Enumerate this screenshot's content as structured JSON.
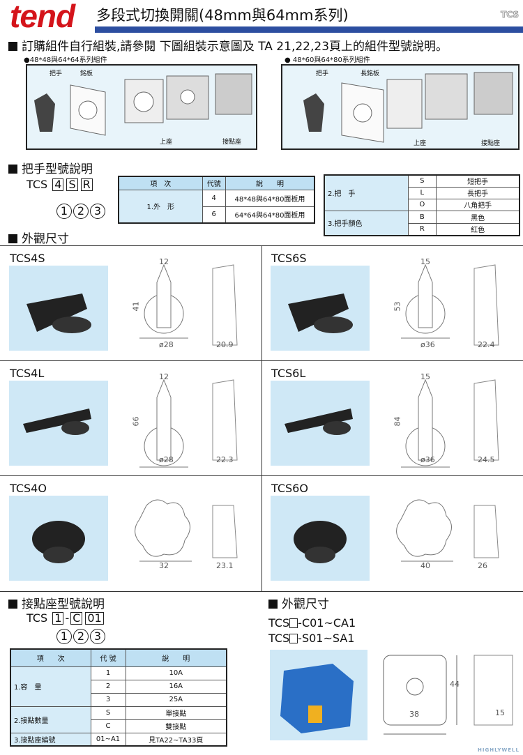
{
  "header": {
    "logo": "tend",
    "title": "多段式切換開關(48mm與64mm系列)",
    "series": "TCS"
  },
  "intro": "訂購組件自行組裝,請參閱 下圖組裝示意圖及 TA 21,22,23頁上的組件型號說明。",
  "assembly": [
    {
      "caption": "●48*48與64*64系列組件",
      "labels": [
        "把手",
        "銘板",
        "上座",
        "接點座"
      ]
    },
    {
      "caption": "● 48*60與64*80系列組件",
      "labels": [
        "把手",
        "長銘板",
        "上座",
        "接點座"
      ]
    }
  ],
  "handle_model": {
    "heading": "把手型號說明",
    "prefix": "TCS",
    "codes": [
      "4",
      "S",
      "R"
    ],
    "nums": [
      "1",
      "2",
      "3"
    ],
    "table1": {
      "headers": [
        "項　次",
        "代號",
        "說　　明"
      ],
      "item": "1.外　形",
      "rows": [
        [
          "4",
          "48*48與64*80面板用"
        ],
        [
          "6",
          "64*64與64*80面板用"
        ]
      ]
    },
    "table2": [
      {
        "item": "2.把　手",
        "codes": [
          "S",
          "L",
          "O"
        ],
        "desc": [
          "短把手",
          "長把手",
          "八角把手"
        ]
      },
      {
        "item": "3.把手顏色",
        "codes": [
          "B",
          "R"
        ],
        "desc": [
          "黑色",
          "紅色"
        ]
      }
    ]
  },
  "dimensions_heading": "外觀尺寸",
  "models": [
    {
      "name": "TCS4S",
      "w": "12",
      "h": "41",
      "d": "ø28",
      "depth": "20.9"
    },
    {
      "name": "TCS6S",
      "w": "15",
      "h": "53",
      "d": "ø36",
      "depth": "22.4"
    },
    {
      "name": "TCS4L",
      "w": "12",
      "h": "66",
      "d": "ø28",
      "depth": "22.3"
    },
    {
      "name": "TCS6L",
      "w": "15",
      "h": "84",
      "d": "ø36",
      "depth": "24.5"
    },
    {
      "name": "TCS4O",
      "w": "",
      "h": "",
      "d": "32",
      "depth": "23.1"
    },
    {
      "name": "TCS6O",
      "w": "",
      "h": "",
      "d": "40",
      "depth": "26"
    }
  ],
  "contact_model": {
    "heading": "接點座型號說明",
    "prefix": "TCS",
    "codes": [
      "1",
      "C",
      "01"
    ],
    "sep": "-",
    "nums": [
      "1",
      "2",
      "3"
    ],
    "headers": [
      "項　　次",
      "代 號",
      "說　　明"
    ],
    "groups": [
      {
        "item": "1.容　量",
        "rows": [
          [
            "1",
            "10A"
          ],
          [
            "2",
            "16A"
          ],
          [
            "3",
            "25A"
          ]
        ]
      },
      {
        "item": "2.接點數量",
        "rows": [
          [
            "S",
            "單接點"
          ],
          [
            "C",
            "雙接點"
          ]
        ]
      },
      {
        "item": "3.接點座編號",
        "rows": [
          [
            "01~A1",
            "見TA22~TA33頁"
          ]
        ]
      }
    ]
  },
  "contact_dims": {
    "heading": "外觀尺寸",
    "line1_a": "TCS",
    "line1_b": "-C01~CA1",
    "line2_a": "TCS",
    "line2_b": "-S01~SA1",
    "w": "38",
    "h": "44",
    "depth": "15"
  },
  "watermark": "HIGHLYWELL"
}
